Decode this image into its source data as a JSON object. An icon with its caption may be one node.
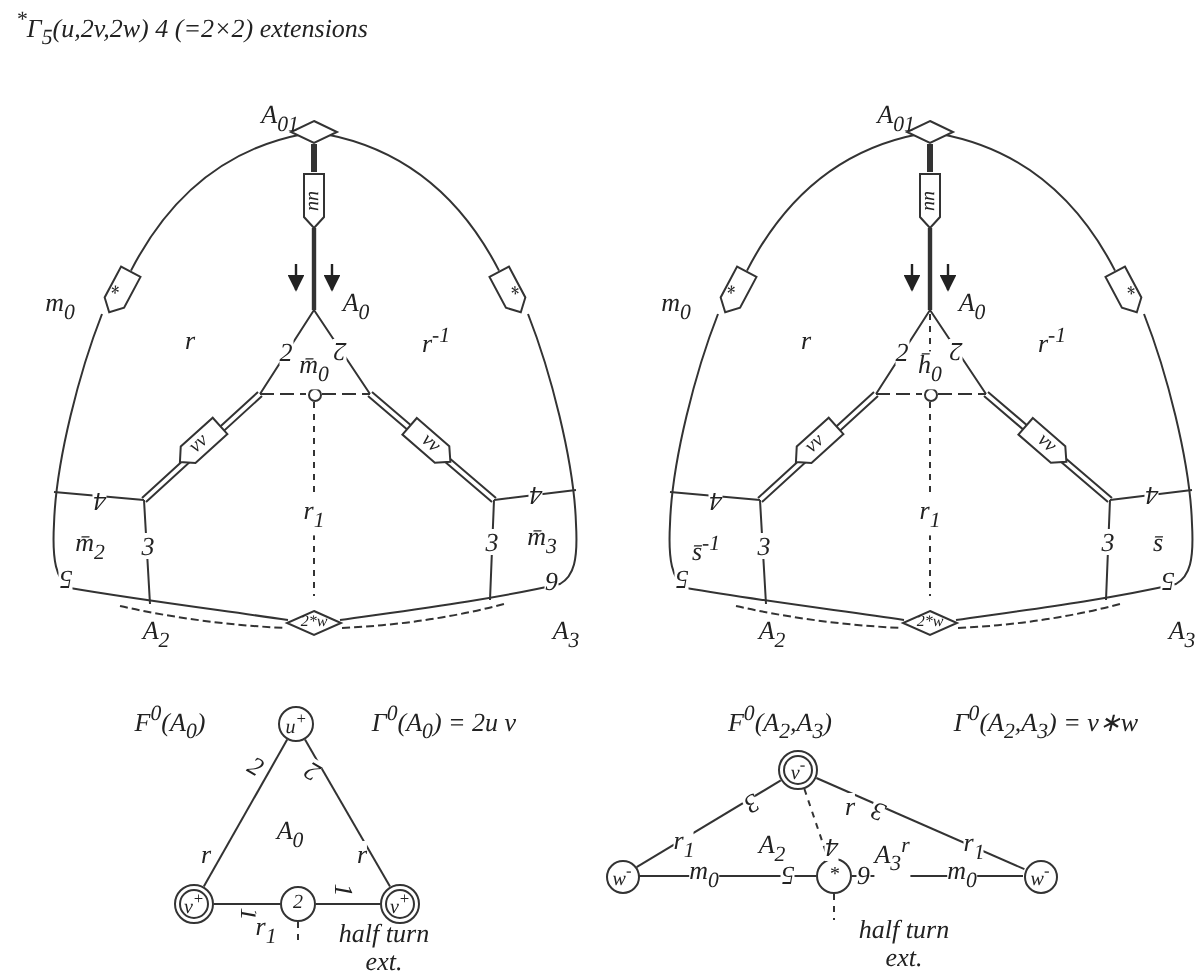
{
  "diagram": {
    "title": "$^{*}$Γ$_{5}$(u,2v,2w)  4 (=2×2) extensions",
    "nodes": [
      {
        "text": [],
        "shape": "diamond",
        "beside": [
          "A$_{01}$"
        ]
      },
      {
        "text": [
          "uu"
        ]
      },
      {
        "text": [
          "*"
        ]
      },
      {
        "text": [
          "*"
        ]
      },
      {
        "text": [
          "vv"
        ]
      },
      {
        "text": [
          "vv"
        ]
      },
      {
        "text": [],
        "shape": "circle"
      },
      {
        "text": [
          "2*w"
        ]
      },
      {
        "text": [],
        "shape": "diamond",
        "beside": [
          "A$_{01}$"
        ]
      },
      {
        "text": [
          "uu"
        ]
      },
      {
        "text": [
          "*"
        ]
      },
      {
        "text": [
          "*"
        ]
      },
      {
        "text": [
          "vv"
        ]
      },
      {
        "text": [
          "vv"
        ]
      },
      {
        "text": [],
        "shape": "circle"
      },
      {
        "text": [
          "2*w"
        ]
      },
      {
        "text": [
          "u$^{+}$"
        ]
      },
      {
        "text": [
          "v$^{+}$"
        ]
      },
      {
        "text": [
          "2"
        ]
      },
      {
        "text": [
          "v$^{+}$"
        ]
      },
      {
        "text": [
          "v$^{-}$"
        ]
      },
      {
        "text": [
          "w$^{-}$"
        ]
      },
      {
        "text": [
          "*"
        ]
      },
      {
        "text": [
          "w$^{-}$"
        ]
      }
    ],
    "edges": [
      {
        "from": 0,
        "to": 1,
        "arrow": "none",
        "style": "thick"
      },
      {
        "from": 0,
        "to": 2,
        "arrow": "none"
      },
      {
        "from": 0,
        "to": 3,
        "arrow": "none"
      },
      {
        "from": 8,
        "to": 9,
        "arrow": "none",
        "style": "thick"
      },
      {
        "from": 8,
        "to": 10,
        "arrow": "none"
      },
      {
        "from": 8,
        "to": 11,
        "arrow": "none"
      },
      {
        "from": 16,
        "to": 17,
        "arrow": "none"
      },
      {
        "from": 16,
        "to": 19,
        "arrow": "none"
      },
      {
        "from": 17,
        "to": 18,
        "arrow": "none"
      },
      {
        "from": 18,
        "to": 19,
        "arrow": "none"
      },
      {
        "from": 18,
        "to": null,
        "arrow": "none",
        "style": "dashed"
      },
      {
        "from": 20,
        "to": 21,
        "arrow": "none"
      },
      {
        "from": 20,
        "to": 23,
        "arrow": "none"
      },
      {
        "from": 21,
        "to": 22,
        "arrow": "none"
      },
      {
        "from": 22,
        "to": 23,
        "arrow": "none"
      },
      {
        "from": 20,
        "to": 22,
        "arrow": "none",
        "style": "dashed"
      },
      {
        "from": 22,
        "to": null,
        "arrow": "none",
        "style": "dashed"
      },
      {
        "from": 6,
        "to": 7,
        "arrow": "none",
        "style": "dashed"
      },
      {
        "from": 14,
        "to": 15,
        "arrow": "none",
        "style": "dashed"
      }
    ],
    "labels": [
      "m$_{0}$",
      "r",
      "A$_{0}$",
      "r$^{-1}$",
      "2",
      "2",
      "m̄$_{0}$",
      "4",
      "r$_{1}$",
      "4",
      "m̄$_{2}$",
      "3",
      "3",
      "m̄$_{3}$",
      "5",
      "6",
      "A$_{2}$",
      "A$_{3}$",
      "m$_{0}$",
      "r",
      "A$_{0}$",
      "r$^{-1}$",
      "2",
      "2",
      "h̄$_{0}$",
      "4",
      "r$_{1}$",
      "4",
      "s̄$^{-1}$",
      "3",
      "3",
      "s̄",
      "5",
      "5",
      "A$_{2}$",
      "A$_{3}$",
      "F$^{0}$(A$_{0}$)",
      "Γ$^{0}$(A$_{0}$) = 2u v",
      "2",
      "2",
      "A$_{0}$",
      "r",
      "r",
      "1",
      "1",
      "r$_{1}$",
      "half turn ext.",
      "F$^{0}$(A$_{2}$,A$_{3}$)",
      "Γ$^{0}$(A$_{2}$,A$_{3}$) = v∗w",
      "3",
      "r",
      "3",
      "r$_{1}$",
      "A$_{2}$",
      "4",
      "A$_{3}$$^{r}$",
      "r$_{1}$",
      "m$_{0}$",
      "5",
      "6",
      "m$_{0}$",
      "half turn ext."
    ]
  }
}
